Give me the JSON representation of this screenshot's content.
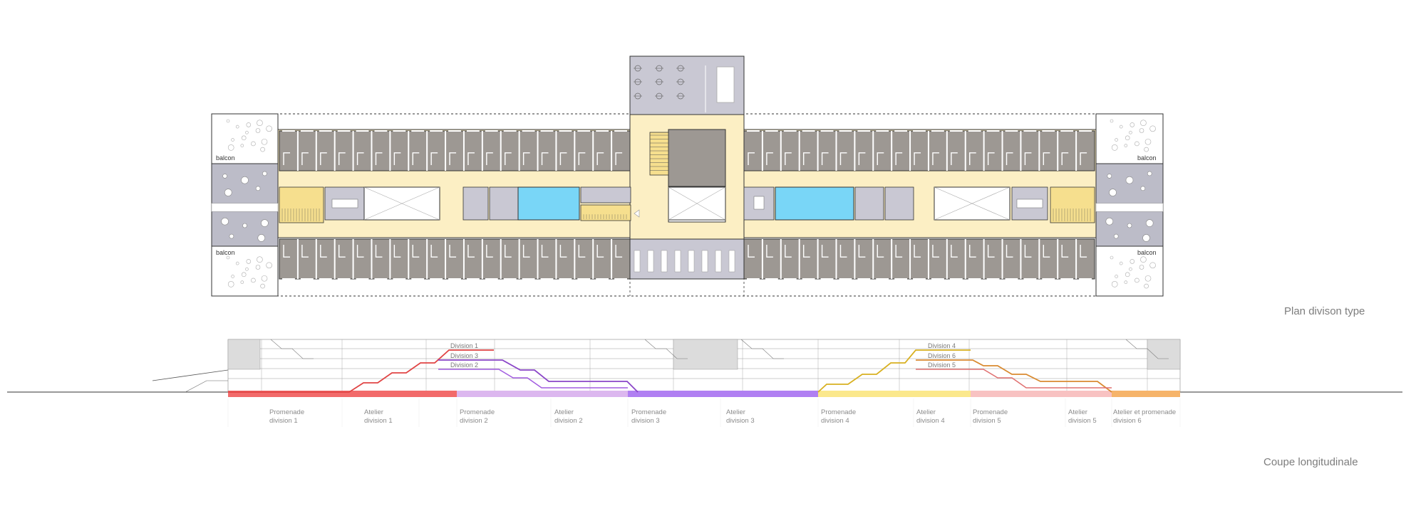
{
  "plan": {
    "title": "Plan divison type",
    "balcony_label": "balcon",
    "colors": {
      "circulation": "#fcefc4",
      "room": "#9d9893",
      "service": "#c9c8d3",
      "water": "#79d6f7",
      "stair": "#f6df8e",
      "terrace": "#bcbcc8",
      "wall": "#333333"
    }
  },
  "section": {
    "title": "Coupe longitudinale",
    "division_labels": {
      "left": [
        "Division 1",
        "Division 3",
        "Division 2"
      ],
      "right": [
        "Division 4",
        "Division 6",
        "Division 5"
      ]
    },
    "bands": [
      {
        "line1": "Promenade",
        "line2": "division 1",
        "color": "#f26a6a"
      },
      {
        "line1": "Atelier",
        "line2": "division 1",
        "color": "#f26a6a"
      },
      {
        "line1": "Promenade",
        "line2": "division 2",
        "color": "#dcb7ef"
      },
      {
        "line1": "Atelier",
        "line2": "division 2",
        "color": "#dcb7ef"
      },
      {
        "line1": "Promenade",
        "line2": "division 3",
        "color": "#b07ff2"
      },
      {
        "line1": "Atelier",
        "line2": "division 3",
        "color": "#b07ff2"
      },
      {
        "line1": "Promenade",
        "line2": "division 4",
        "color": "#fbe88c"
      },
      {
        "line1": "Atelier",
        "line2": "division 4",
        "color": "#fbe88c"
      },
      {
        "line1": "Promenade",
        "line2": "division 5",
        "color": "#f8c2c2"
      },
      {
        "line1": "Atelier",
        "line2": "division 5",
        "color": "#f8c2c2"
      },
      {
        "line1": "Atelier et promenade",
        "line2": "division 6",
        "color": "#f6b46a"
      }
    ],
    "path_colors": {
      "division_1": "#e04444",
      "division_2": "#a25ce0",
      "division_3": "#8a45c8",
      "division_4": "#d8b020",
      "division_5": "#e07070",
      "division_6": "#d98a30"
    }
  }
}
